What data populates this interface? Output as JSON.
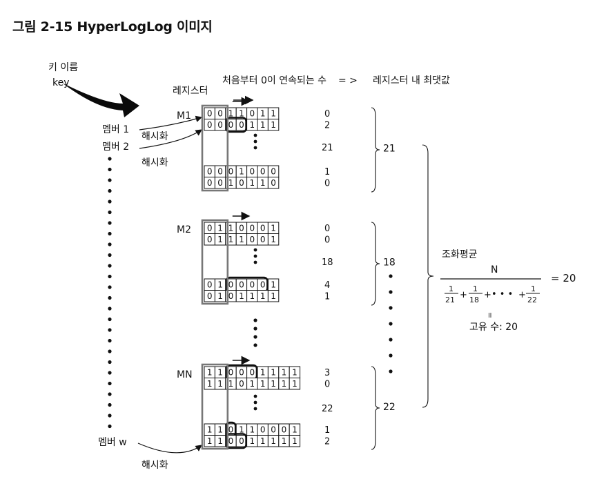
{
  "figure": {
    "title": "그림 2-15 HyperLogLog 이미지"
  },
  "labels": {
    "key_label": "키 이름",
    "key_label_en": "key",
    "register_label": "레지스터",
    "header": "처음부터 0이 연속되는 수",
    "arrow_sym": "= >",
    "header_right": "레지스터 내 최댓값",
    "member1": "멤버 1",
    "member2": "멤버 2",
    "memberw": "멤버 w",
    "hash": "해시화",
    "harmonic": "조화평균",
    "numerator": "N",
    "terms": [
      "21",
      "18",
      "22"
    ],
    "one": "1",
    "equals_result": "= 20",
    "eq_vertical": "॥",
    "unique_count": "고유 수: 20"
  },
  "registers": [
    {
      "name": "M1",
      "max": "21",
      "rows": [
        {
          "bits": "0011011",
          "count": "0",
          "highlight": null
        },
        {
          "bits": "0000111",
          "count": "2",
          "highlight": [
            2,
            3
          ]
        }
      ],
      "middle_count": "21",
      "rows_after": [
        {
          "bits": "0001000",
          "count": "1",
          "highlight": null
        },
        {
          "bits": "0010110",
          "count": "0",
          "highlight": null
        }
      ]
    },
    {
      "name": "M2",
      "max": "18",
      "rows": [
        {
          "bits": "0110001",
          "count": "0",
          "highlight": null
        },
        {
          "bits": "0111001",
          "count": "0",
          "highlight": null
        }
      ],
      "middle_count": "18",
      "rows_after": [
        {
          "bits": "0100001",
          "count": "4",
          "highlight": [
            2,
            5
          ]
        },
        {
          "bits": "0101111",
          "count": "1",
          "highlight": null
        }
      ]
    },
    {
      "name": "MN",
      "max": "22",
      "rows": [
        {
          "bits": "110001111",
          "count": "3",
          "highlight": [
            2,
            4
          ]
        },
        {
          "bits": "111011111",
          "count": "0",
          "highlight": null
        }
      ],
      "middle_count": "22",
      "rows_after": [
        {
          "bits": "110110001",
          "count": "1",
          "highlight": [
            2,
            2
          ]
        },
        {
          "bits": "110011111",
          "count": "2",
          "highlight": [
            2,
            3
          ]
        }
      ]
    }
  ]
}
